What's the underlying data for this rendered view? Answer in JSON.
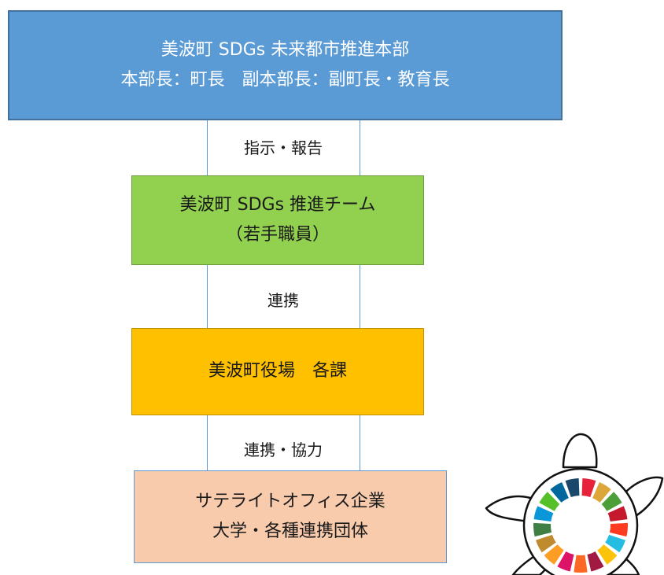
{
  "headquarters": {
    "line1": "美波町 SDGs 未来都市推進本部",
    "line2": "本部長：町長　副本部長：副町長・教育長",
    "fill": "#5b9bd5"
  },
  "link_hq_team": "指示・報告",
  "team": {
    "line1": "美波町 SDGs 推進チーム",
    "line2": "（若手職員）",
    "fill": "#92d050"
  },
  "link_team_offices": "連携",
  "offices": {
    "line1": "美波町役場　各課",
    "fill": "#ffc000"
  },
  "link_offices_partners": "連携・協力",
  "partners": {
    "line1": "サテライトオフィス企業",
    "line2": "大学・各種連携団体",
    "fill": "#f8cbad"
  },
  "sdgs_turtle_colors": [
    "#e5243b",
    "#dda63a",
    "#4c9f38",
    "#c5192d",
    "#ff3a21",
    "#26bde2",
    "#fcc30b",
    "#a21942",
    "#fd6925",
    "#dd1367",
    "#fd9d24",
    "#bf8b2e",
    "#3f7e44",
    "#0a97d9",
    "#56c02b",
    "#00689d",
    "#19486a"
  ]
}
